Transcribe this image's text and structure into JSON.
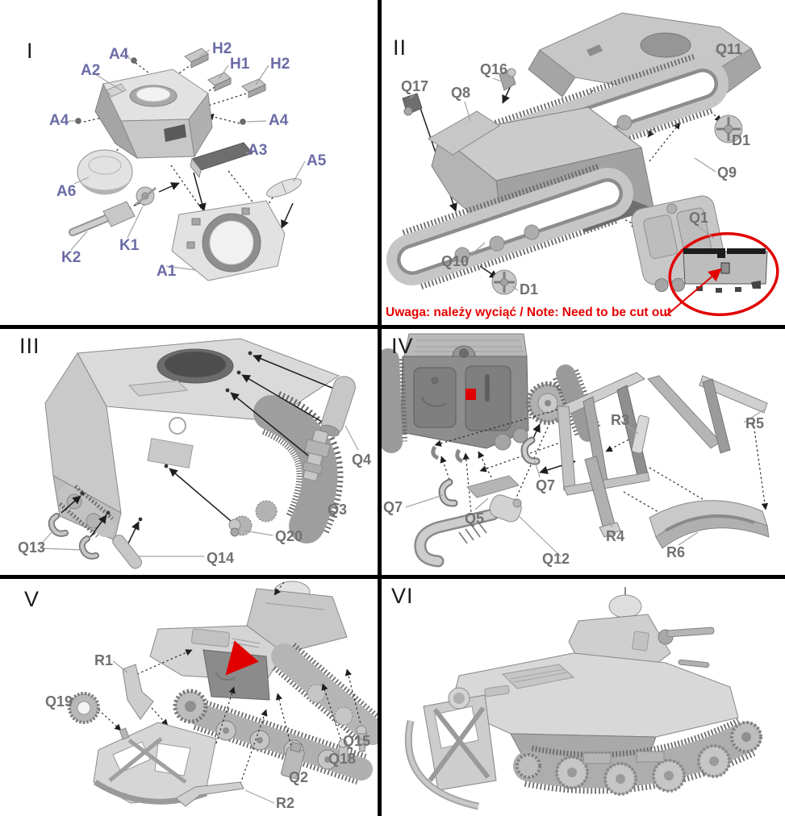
{
  "title": "Tank model assembly instructions, steps I-VI",
  "colors": {
    "panel1_label": "#6b6ba6",
    "part_label": "#717171",
    "numeral_ink": "#1c1c1c",
    "note_red": "#e60000",
    "divider_ink": "#000000",
    "red_accent": "#e10000"
  },
  "note": {
    "text": "Uwaga: należy wyciąć / Note: Need to be cut out"
  },
  "panels": [
    {
      "numeral": "I",
      "parts": [
        "A4",
        "H2",
        "A2",
        "H1",
        "H2",
        "A4",
        "A4",
        "A3",
        "A5",
        "A6",
        "K1",
        "K2",
        "A1"
      ]
    },
    {
      "numeral": "II",
      "parts": [
        "Q11",
        "Q16",
        "Q17",
        "Q8",
        "D1",
        "Q9",
        "Q1",
        "Q10",
        "D1"
      ]
    },
    {
      "numeral": "III",
      "parts": [
        "Q4",
        "Q3",
        "Q20",
        "Q13",
        "Q14"
      ]
    },
    {
      "numeral": "IV",
      "parts": [
        "R3",
        "R5",
        "Q7",
        "Q7",
        "Q5",
        "R4",
        "R6",
        "Q12"
      ]
    },
    {
      "numeral": "V",
      "parts": [
        "R1",
        "Q19",
        "Q15",
        "Q18",
        "Q2",
        "R2"
      ]
    },
    {
      "numeral": "VI",
      "parts": []
    }
  ]
}
